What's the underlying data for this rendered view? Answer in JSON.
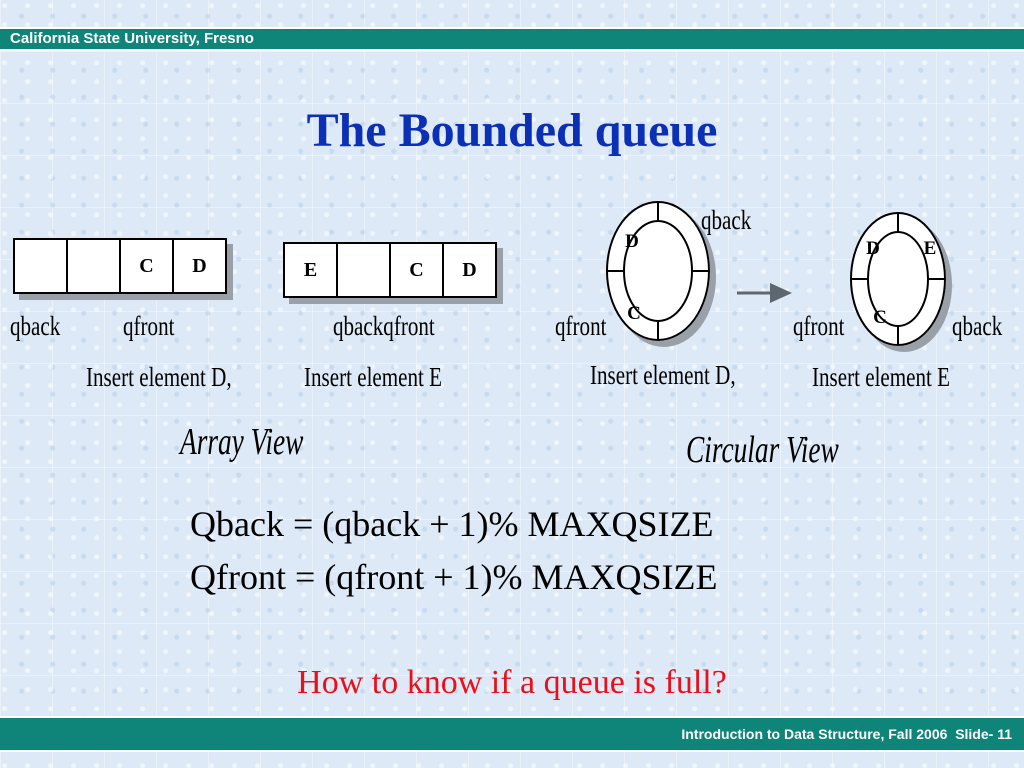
{
  "header": {
    "institution": "California State University, Fresno"
  },
  "slide_title": "The Bounded queue",
  "array_view": {
    "queue1": [
      "",
      "",
      "C",
      "D"
    ],
    "queue2": [
      "E",
      "",
      "C",
      "D"
    ],
    "labels": {
      "qback_1": "qback",
      "qfront_1": "qfront",
      "qback_qfront_2": "qbackqfront"
    },
    "caption_1": "Insert element  D,",
    "caption_2": "Insert  element E",
    "view_label": "Array View"
  },
  "circular_view": {
    "ring1": {
      "top_left": "D",
      "bottom_left": "C"
    },
    "ring2": {
      "top_left": "D",
      "top_right": "E",
      "bottom_left": "C"
    },
    "labels": {
      "qback_1": "qback",
      "qfront_1": "qfront",
      "qfront_2": "qfront",
      "qback_2": "qback"
    },
    "caption_1": "Insert element  D,",
    "caption_2": "Insert  element E",
    "view_label": "Circular View"
  },
  "formulas": [
    "Qback = (qback + 1)% MAXQSIZE",
    "Qfront = (qfront + 1)% MAXQSIZE"
  ],
  "question": "How to know if a queue is full?",
  "footer": {
    "course": "Introduction to Data Structure, Fall 2006",
    "slide": "Slide- 11"
  },
  "colors": {
    "bar": "#0f857a",
    "title": "#0b2fb5",
    "question": "#e8101a",
    "background": "#dde9f6"
  }
}
